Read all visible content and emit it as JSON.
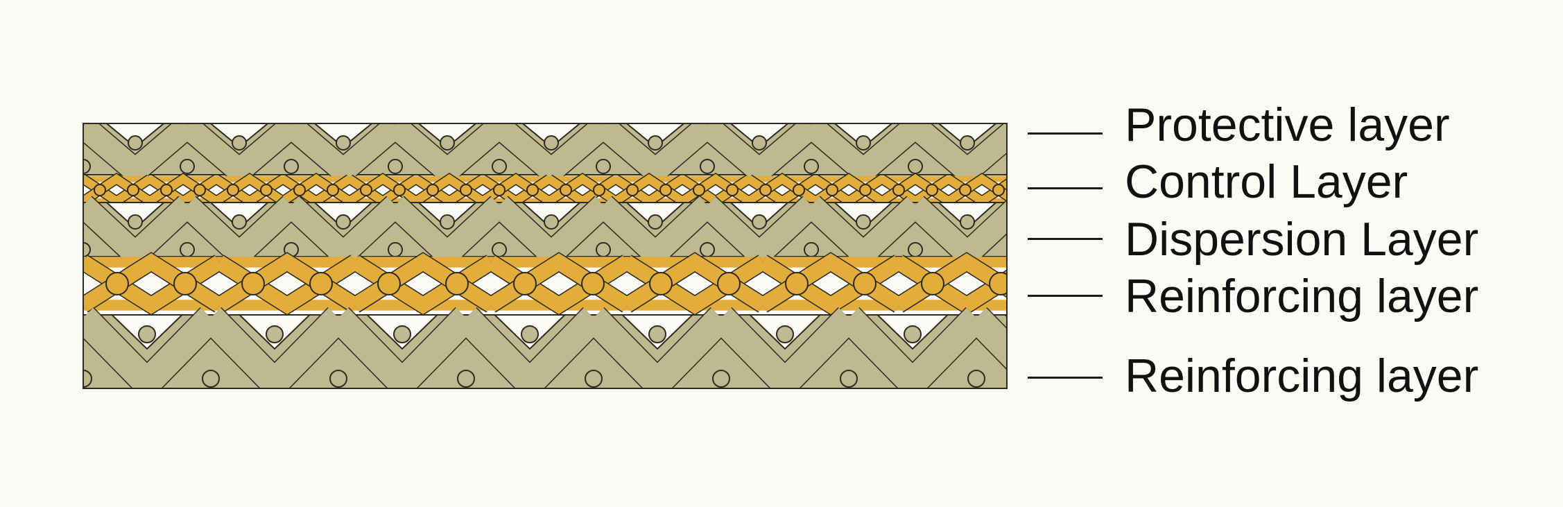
{
  "diagram": {
    "layers": [
      {
        "label": "Protective layer"
      },
      {
        "label": "Control Layer"
      },
      {
        "label": "Dispersion Layer"
      },
      {
        "label": "Reinforcing layer"
      },
      {
        "label": "Reinforcing layer"
      }
    ]
  },
  "colors": {
    "olive_fill": "#bfb98f",
    "gold_fill": "#e3ad3c",
    "outline": "#2b2b22",
    "background": "#fcfbf6"
  }
}
